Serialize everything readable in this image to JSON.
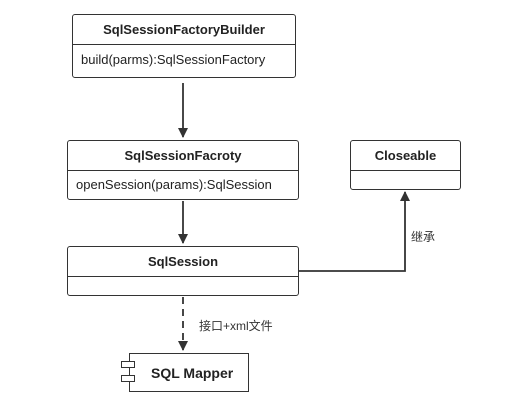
{
  "diagram": {
    "factory_builder": {
      "name": "SqlSessionFactoryBuilder",
      "method": "build(parms):SqlSessionFactory"
    },
    "session_factory": {
      "name": "SqlSessionFacroty",
      "method": "openSession(params):SqlSession"
    },
    "closeable": {
      "name": "Closeable"
    },
    "session": {
      "name": "SqlSession"
    },
    "mapper": {
      "name": "SQL Mapper"
    },
    "edge_labels": {
      "inherit": "继承",
      "interface_xml": "接口+xml文件"
    },
    "colors": {
      "line": "#333333",
      "background": "#ffffff"
    }
  }
}
